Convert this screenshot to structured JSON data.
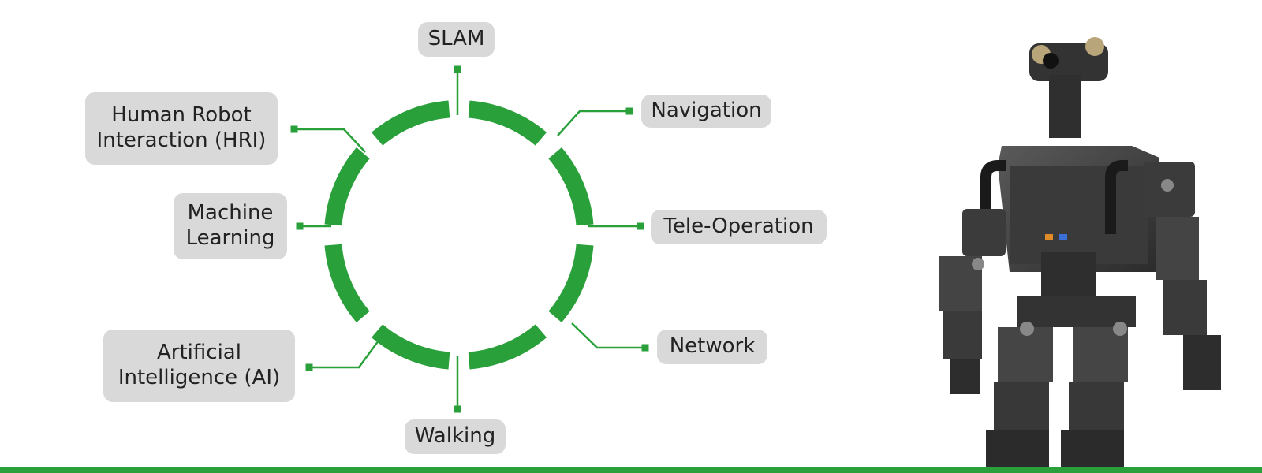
{
  "colors": {
    "accent": "#2aa03b",
    "label_bg": "#d9d9d9",
    "text": "#222222"
  },
  "capabilities": [
    {
      "id": "slam",
      "lines": [
        "SLAM"
      ]
    },
    {
      "id": "navigation",
      "lines": [
        "Navigation"
      ]
    },
    {
      "id": "tele-operation",
      "lines": [
        "Tele-Operation"
      ]
    },
    {
      "id": "network",
      "lines": [
        "Network"
      ]
    },
    {
      "id": "walking",
      "lines": [
        "Walking"
      ]
    },
    {
      "id": "ai",
      "lines": [
        "Artificial",
        "Intelligence (AI)"
      ]
    },
    {
      "id": "machine-learning",
      "lines": [
        "Machine",
        "Learning"
      ]
    },
    {
      "id": "hri",
      "lines": [
        "Human Robot",
        "Interaction (HRI)"
      ]
    }
  ],
  "robot_image": {
    "icon": "humanoid-robot-icon"
  }
}
